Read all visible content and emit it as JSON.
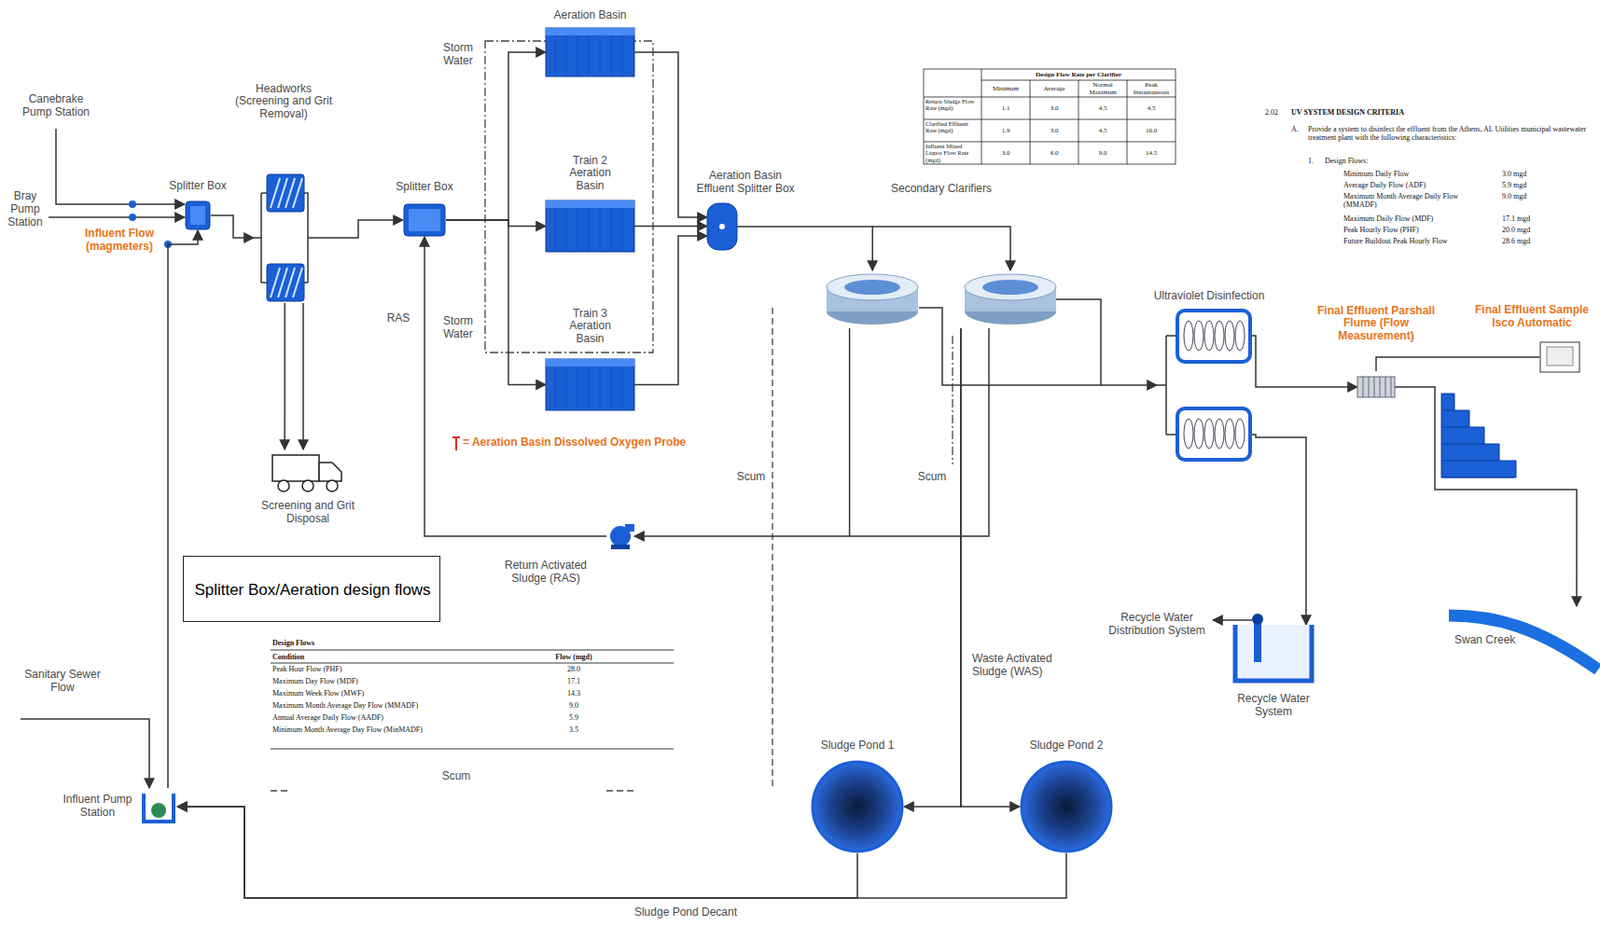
{
  "diagram": {
    "nodes": [
      {
        "text": [
          "Splitter Box"
        ]
      },
      {
        "text": [
          "Headworks (Screening and Grit Removal)"
        ]
      },
      {
        "text": [
          "Screening and Grit Disposal"
        ]
      },
      {
        "text": [
          "Splitter Box"
        ]
      },
      {
        "text": [
          "Aeration Basin"
        ]
      },
      {
        "text": [
          "Train 2 Aeration Basin"
        ]
      },
      {
        "text": [
          "Train 3 Aeration Basin"
        ]
      },
      {
        "text": [
          "Aeration Basin Effluent Splitter Box"
        ]
      },
      {
        "text": [
          "Secondary Clarifiers"
        ]
      },
      {
        "text": [
          "Return Activated Sludge (RAS)"
        ]
      },
      {
        "text": [
          "Ultraviolet Disinfection"
        ]
      },
      {
        "text": [
          "Final Effluent Parshall Flume (Flow Measurement)"
        ]
      },
      {
        "text": [
          "Final Effluent Sample Isco Automatic"
        ]
      },
      {
        "text": [
          "Recycle Water System"
        ]
      },
      {
        "text": [
          "Sludge Pond 1"
        ]
      },
      {
        "text": [
          "Sludge Pond 2"
        ]
      },
      {
        "text": [
          "Influent Pump Station"
        ]
      },
      {
        "text": [
          "Swan Creek"
        ]
      },
      {
        "text": [
          "Splitter Box/Aeration design flows"
        ]
      }
    ],
    "edges": [
      {
        "from": 0,
        "to": 1,
        "arrow": "to"
      },
      {
        "from": 1,
        "to": 2,
        "arrow": "to"
      },
      {
        "from": 1,
        "to": 3,
        "arrow": "to"
      },
      {
        "from": 3,
        "to": 4,
        "arrow": "to"
      },
      {
        "from": 3,
        "to": 5,
        "arrow": "to"
      },
      {
        "from": 3,
        "to": 6,
        "arrow": "to"
      },
      {
        "from": 4,
        "to": 7,
        "arrow": "to"
      },
      {
        "from": 5,
        "to": 7,
        "arrow": "to"
      },
      {
        "from": 6,
        "to": 7,
        "arrow": "to"
      },
      {
        "from": 7,
        "to": 8,
        "arrow": "to"
      },
      {
        "from": 8,
        "to": 10,
        "arrow": "to"
      },
      {
        "from": 8,
        "to": 9,
        "arrow": "to"
      },
      {
        "from": 9,
        "to": 3,
        "arrow": "to"
      },
      {
        "from": 8,
        "to": 14,
        "label": "Waste Activated Sludge (WAS)",
        "arrow": "to"
      },
      {
        "from": 8,
        "to": 15,
        "arrow": "to"
      },
      {
        "from": 14,
        "to": 16,
        "label": "Sludge Pond Decant",
        "arrow": "to"
      },
      {
        "from": 15,
        "to": 16,
        "arrow": "to"
      },
      {
        "from": 16,
        "to": 0,
        "arrow": "to"
      },
      {
        "from": 10,
        "to": 11,
        "arrow": "to"
      },
      {
        "from": 11,
        "to": 17,
        "arrow": "to"
      },
      {
        "from": 10,
        "to": 13,
        "arrow": "to"
      },
      {
        "from": 12,
        "to": 11,
        "arrow": "none"
      }
    ],
    "labels": [
      "Canebrake Pump Station",
      "Bray Pump Station",
      "Influent Flow (magmeters)",
      "Storm Water",
      "Storm Water",
      "RAS",
      "= Aeration Basin Dissolved Oxygen Probe",
      "Scum",
      "Scum",
      "Scum",
      "Design Flows",
      "Condition",
      "Flow (mgd)",
      "Peak Hour Flow (PHF)",
      "28.0",
      "Maximum Day Flow (MDF)",
      "17.1",
      "Maximum Week Flow (MWF)",
      "14.3",
      "Maximum Month Average Day Flow (MMADF)",
      "9.0",
      "Annual Average Daily Flow (AADF)",
      "5.9",
      "Minimum Month Average Day Flow (MinMADF)",
      "3.5",
      "Design Flow Rate per Clarifier",
      "Minimum",
      "Average",
      "Normal Maximum",
      "Peak Instantaneous",
      "Return Sludge Flow Rate (mgd)",
      "1.1",
      "3.0",
      "4.5",
      "4.5",
      "Clarified Effluent Rate (mgd)",
      "1.9",
      "3.0",
      "4.5",
      "10.0",
      "Influent Mixed Liquor Flow Rate (mgd)",
      "3.0",
      "6.0",
      "9.0",
      "14.5",
      "2.02",
      "UV SYSTEM DESIGN CRITERIA",
      "A.",
      "Provide a system to disinfect the effluent from the Athens, AL Utilities municipal wastewater treatment plant with the following characteristics:",
      "1.",
      "Design Flows:",
      "Minimum Daily Flow",
      "3.0 mgd",
      "Average Daily Flow (ADF)",
      "5.9 mgd",
      "Maximum Month Average Daily Flow (MMADF)",
      "9.0 mgd",
      "Maximum Daily Flow (MDF)",
      "17.1 mgd",
      "Peak Hourly Flow (PHF)",
      "20.0 mgd",
      "Future Buildout Peak Hourly Flow",
      "28.6 mgd",
      "Recycle Water Distribution System",
      "Sanitary Sewer Flow"
    ]
  }
}
